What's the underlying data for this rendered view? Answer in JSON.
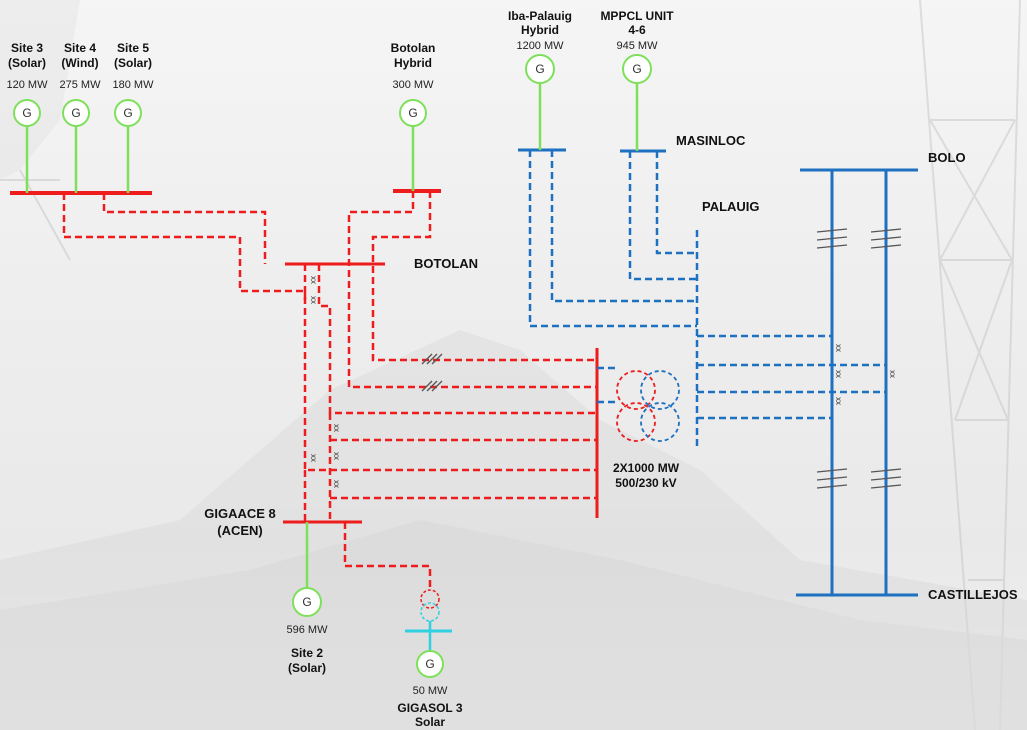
{
  "colors": {
    "red_system": "#ee1c1c",
    "blue_system": "#1e70c0",
    "generator_green": "#7ee05a",
    "transformer_cyan": "#2fd0e0",
    "label_black": "#111111"
  },
  "generators": [
    {
      "id": "site3",
      "name_l1": "Site 3",
      "name_l2": "(Solar)",
      "mw": "120 MW",
      "symbol": "G"
    },
    {
      "id": "site4",
      "name_l1": "Site 4",
      "name_l2": "(Wind)",
      "mw": "275 MW",
      "symbol": "G"
    },
    {
      "id": "site5",
      "name_l1": "Site 5",
      "name_l2": "(Solar)",
      "mw": "180 MW",
      "symbol": "G"
    },
    {
      "id": "botolan_hybrid",
      "name_l1": "Botolan",
      "name_l2": "Hybrid",
      "mw": "300 MW",
      "symbol": "G"
    },
    {
      "id": "iba_palauig",
      "name_l1": "Iba-Palauig",
      "name_l2": "Hybrid",
      "mw": "1200 MW",
      "symbol": "G"
    },
    {
      "id": "mppcl",
      "name_l1": "MPPCL UNIT",
      "name_l2": "4-6",
      "mw": "945 MW",
      "symbol": "G"
    },
    {
      "id": "site2",
      "name_l1": "Site 2",
      "name_l2": "(Solar)",
      "mw": "596 MW",
      "symbol": "G"
    },
    {
      "id": "gigasol3",
      "name_l1": "GIGASOL 3",
      "name_l2": "Solar",
      "mw": "50 MW",
      "symbol": "G"
    }
  ],
  "buses": {
    "botolan": "BOTOLAN",
    "masinloc": "MASINLOC",
    "palauig": "PALAUIG",
    "bolo": "BOLO",
    "castillejos": "CASTILLEJOS",
    "gigaace_l1": "GIGAACE 8",
    "gigaace_l2": "(ACEN)"
  },
  "transformer": {
    "rating": "2X1000 MW",
    "voltage": "500/230 kV"
  },
  "breaker_mark": "xx"
}
